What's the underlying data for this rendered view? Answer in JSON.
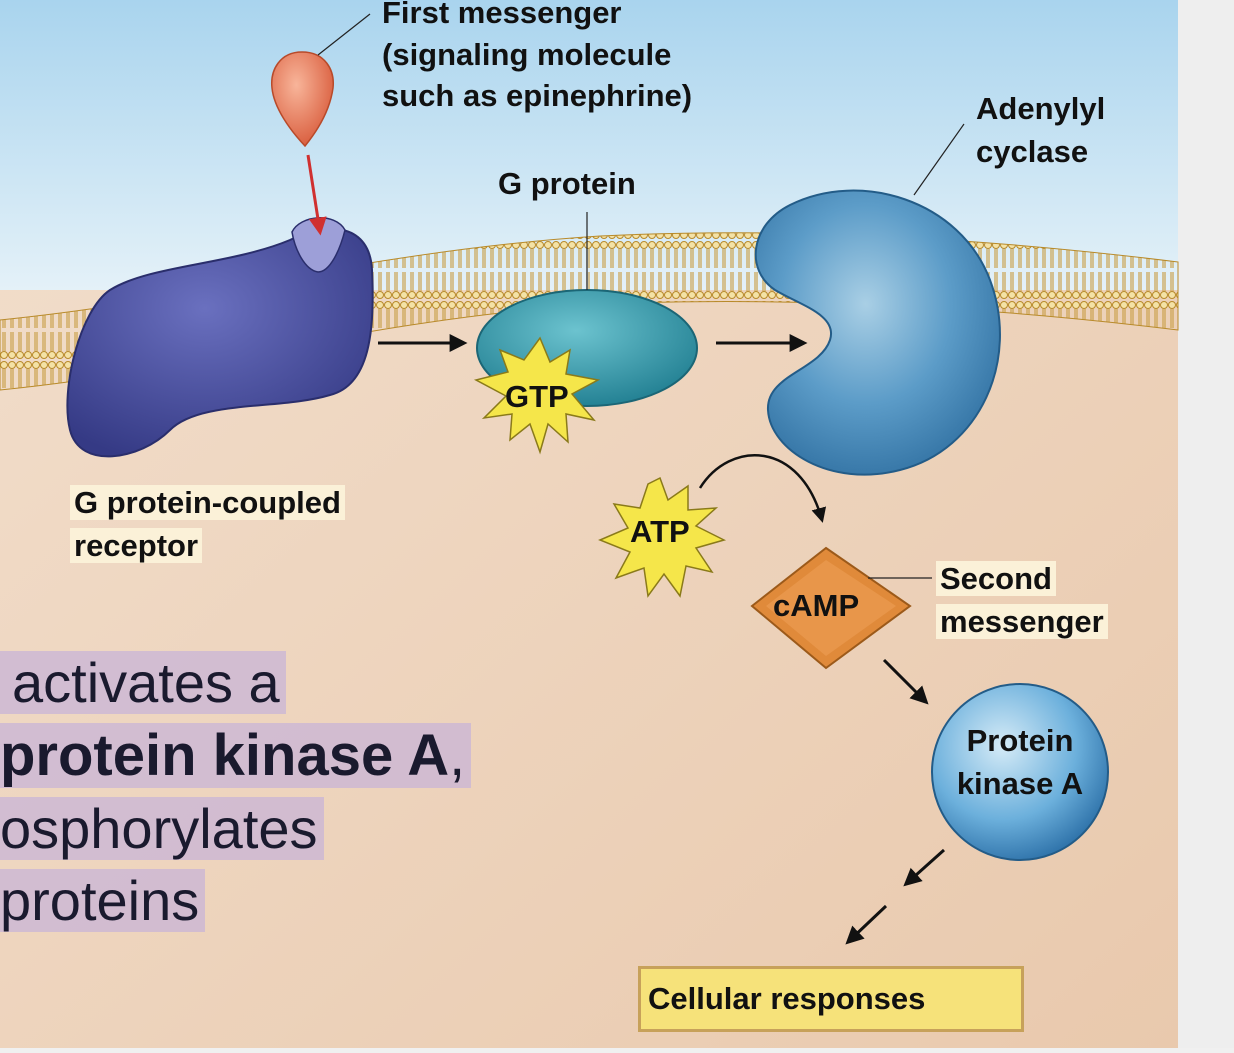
{
  "labels": {
    "first_messenger": [
      "First messenger",
      "(signaling molecule",
      "such as epinephrine)"
    ],
    "adenylyl_cyclase": [
      "Adenylyl",
      "cyclase"
    ],
    "g_protein": "G protein",
    "gpcr": [
      "G protein-coupled",
      "receptor"
    ],
    "gtp": "GTP",
    "atp": "ATP",
    "camp": "cAMP",
    "second_messenger": [
      "Second",
      "messenger"
    ],
    "protein_kinase_a": [
      "Protein",
      "kinase A"
    ],
    "cellular_responses": "Cellular responses"
  },
  "slide_text": {
    "line1": "activates a",
    "line2_bold": "protein kinase A",
    "line2_tail": ",",
    "line3": "osphorylates",
    "line4": "proteins"
  },
  "colors": {
    "outside_top": "#bfe0f2",
    "cytoplasm": "#f0d9c4",
    "membrane": "#e8c46a",
    "receptor": "#4b4f9e",
    "g_protein": "#3aa0b0",
    "adenylyl_cyclase": "#4a8ab8",
    "camp": "#e08a3a",
    "starburst": "#f5e64a",
    "signal_molecule": "#e87050",
    "arrow_red": "#d03030"
  }
}
